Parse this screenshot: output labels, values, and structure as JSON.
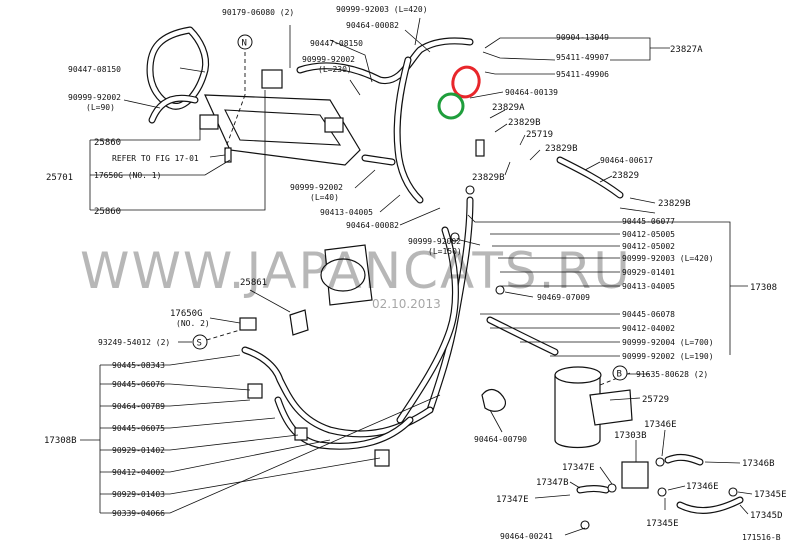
{
  "colors": {
    "annotation_red": "#e8262b",
    "annotation_green": "#1f9e3c",
    "ink": "#111111"
  },
  "watermark": {
    "text": "WWW.JAPANCATS.RU",
    "date": "02.10.2013"
  },
  "symbols": {
    "N": "N",
    "S": "S",
    "B": "B"
  },
  "refer_note": "REFER TO FIG 17-01",
  "labels": {
    "p90179_06080": "90179-06080 (2)",
    "p90447_08150a": "90447-08150",
    "p90999_92002_l90_a": "90999-92002",
    "p90999_92002_l90_b": "(L=90)",
    "p25860a": "25860",
    "p25701": "25701",
    "p17650g_no1": "17650G (NO. 1)",
    "p25860b": "25860",
    "p90999_92003_l420": "90999-92003 (L=420)",
    "p90464_00082a": "90464-00082",
    "p90447_08150b": "90447-08150",
    "p90999_92002_l230_a": "90999-92002",
    "p90999_92002_l230_b": "(L=230)",
    "p90904_13049": "90904-13049",
    "p95411_49907": "95411-49907",
    "p95411_49906": "95411-49906",
    "p23827a": "23827A",
    "p90464_00139": "90464-00139",
    "p23829a": "23829A",
    "p23829b_1": "23829B",
    "p25719": "25719",
    "p23829b_2": "23829B",
    "p90464_00617": "90464-00617",
    "p23829": "23829",
    "p23829b_3": "23829B",
    "p23829b_4": "23829B",
    "p90999_92002_l40_a": "90999-92002",
    "p90999_92002_l40_b": "(L=40)",
    "p90413_04005a": "90413-04005",
    "p90464_00082b": "90464-00082",
    "p90999_92002_l150_a": "90999-92002",
    "p90999_92002_l150_b": "(L=150)",
    "p90445_06077": "90445-06077",
    "p90412_05005": "90412-05005",
    "p90412_05002": "90412-05002",
    "p90999_92003_l420b": "90999-92003 (L=420)",
    "p90929_01401": "90929-01401",
    "p90413_04005b": "90413-04005",
    "p17308": "17308",
    "p90469_07009": "90469-07009",
    "p90445_06078": "90445-06078",
    "p90412_04002a": "90412-04002",
    "p90999_92004_l700": "90999-92004 (L=700)",
    "p90999_92002_l190": "90999-92002 (L=190)",
    "p25861": "25861",
    "p17650g_no2_a": "17650G",
    "p17650g_no2_b": "(NO. 2)",
    "p93249_54012": "93249-54012 (2)",
    "p90445_08343": "90445-08343",
    "p90445_06076": "90445-06076",
    "p90464_00789": "90464-00789",
    "p90445_06075": "90445-06075",
    "p17308b": "17308B",
    "p90929_01402": "90929-01402",
    "p90412_04002b": "90412-04002",
    "p90929_01403": "90929-01403",
    "p90339_04066": "90339-04066",
    "p90464_00790": "90464-00790",
    "p91635_80628": "91635-80628 (2)",
    "p25729": "25729",
    "p17303b": "17303B",
    "p17346e_1": "17346E",
    "p17346b": "17346B",
    "p17347e_1": "17347E",
    "p17347b": "17347B",
    "p17347e_2": "17347E",
    "p17346e_2": "17346E",
    "p17345e_1": "17345E",
    "p17345e_2": "17345E",
    "p17345d": "17345D",
    "p90464_00241": "90464-00241",
    "fig_code": "171516-B"
  }
}
